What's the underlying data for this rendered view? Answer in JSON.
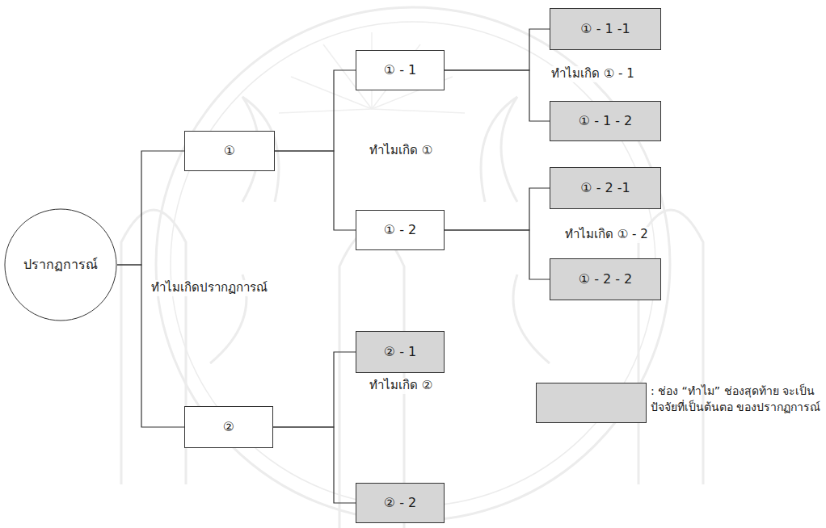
{
  "diagram": {
    "nodes": [
      {
        "text": [
          "ปรากฏการณ์"
        ]
      },
      {
        "text": [
          "①"
        ]
      },
      {
        "text": [
          "① - 1"
        ]
      },
      {
        "text": [
          "① - 2"
        ]
      },
      {
        "text": [
          "① - 1 -1"
        ]
      },
      {
        "text": [
          "① - 1 - 2"
        ]
      },
      {
        "text": [
          "① - 2 -1"
        ]
      },
      {
        "text": [
          "① - 2 - 2"
        ]
      },
      {
        "text": [
          "②"
        ]
      },
      {
        "text": [
          "② - 1"
        ]
      },
      {
        "text": [
          "② - 2"
        ]
      }
    ],
    "edges": [
      {
        "from": 0,
        "to": 1,
        "arrow": "none"
      },
      {
        "from": 0,
        "to": 8,
        "arrow": "none"
      },
      {
        "from": 1,
        "to": 2,
        "arrow": "none"
      },
      {
        "from": 1,
        "to": 3,
        "arrow": "none"
      },
      {
        "from": 2,
        "to": 4,
        "arrow": "none"
      },
      {
        "from": 2,
        "to": 5,
        "arrow": "none"
      },
      {
        "from": 3,
        "to": 6,
        "arrow": "none"
      },
      {
        "from": 3,
        "to": 7,
        "arrow": "none"
      },
      {
        "from": 8,
        "to": 9,
        "arrow": "none"
      },
      {
        "from": 8,
        "to": 10,
        "arrow": "none"
      }
    ],
    "labels": [
      "ทำไมเกิดปรากฏการณ์",
      "ทำไมเกิด ①",
      "ทำไมเกิด ① - 1",
      "ทำไมเกิด ① - 2",
      "ทำไมเกิด ②"
    ],
    "legend": [
      {
        "text": ": ช่อง “ทำไม” ช่องสุดท้าย จะเป็นปัจจัยที่เป็นต้นตอ ของปรากฏการณ์",
        "color": "#d6d6d6"
      }
    ]
  }
}
